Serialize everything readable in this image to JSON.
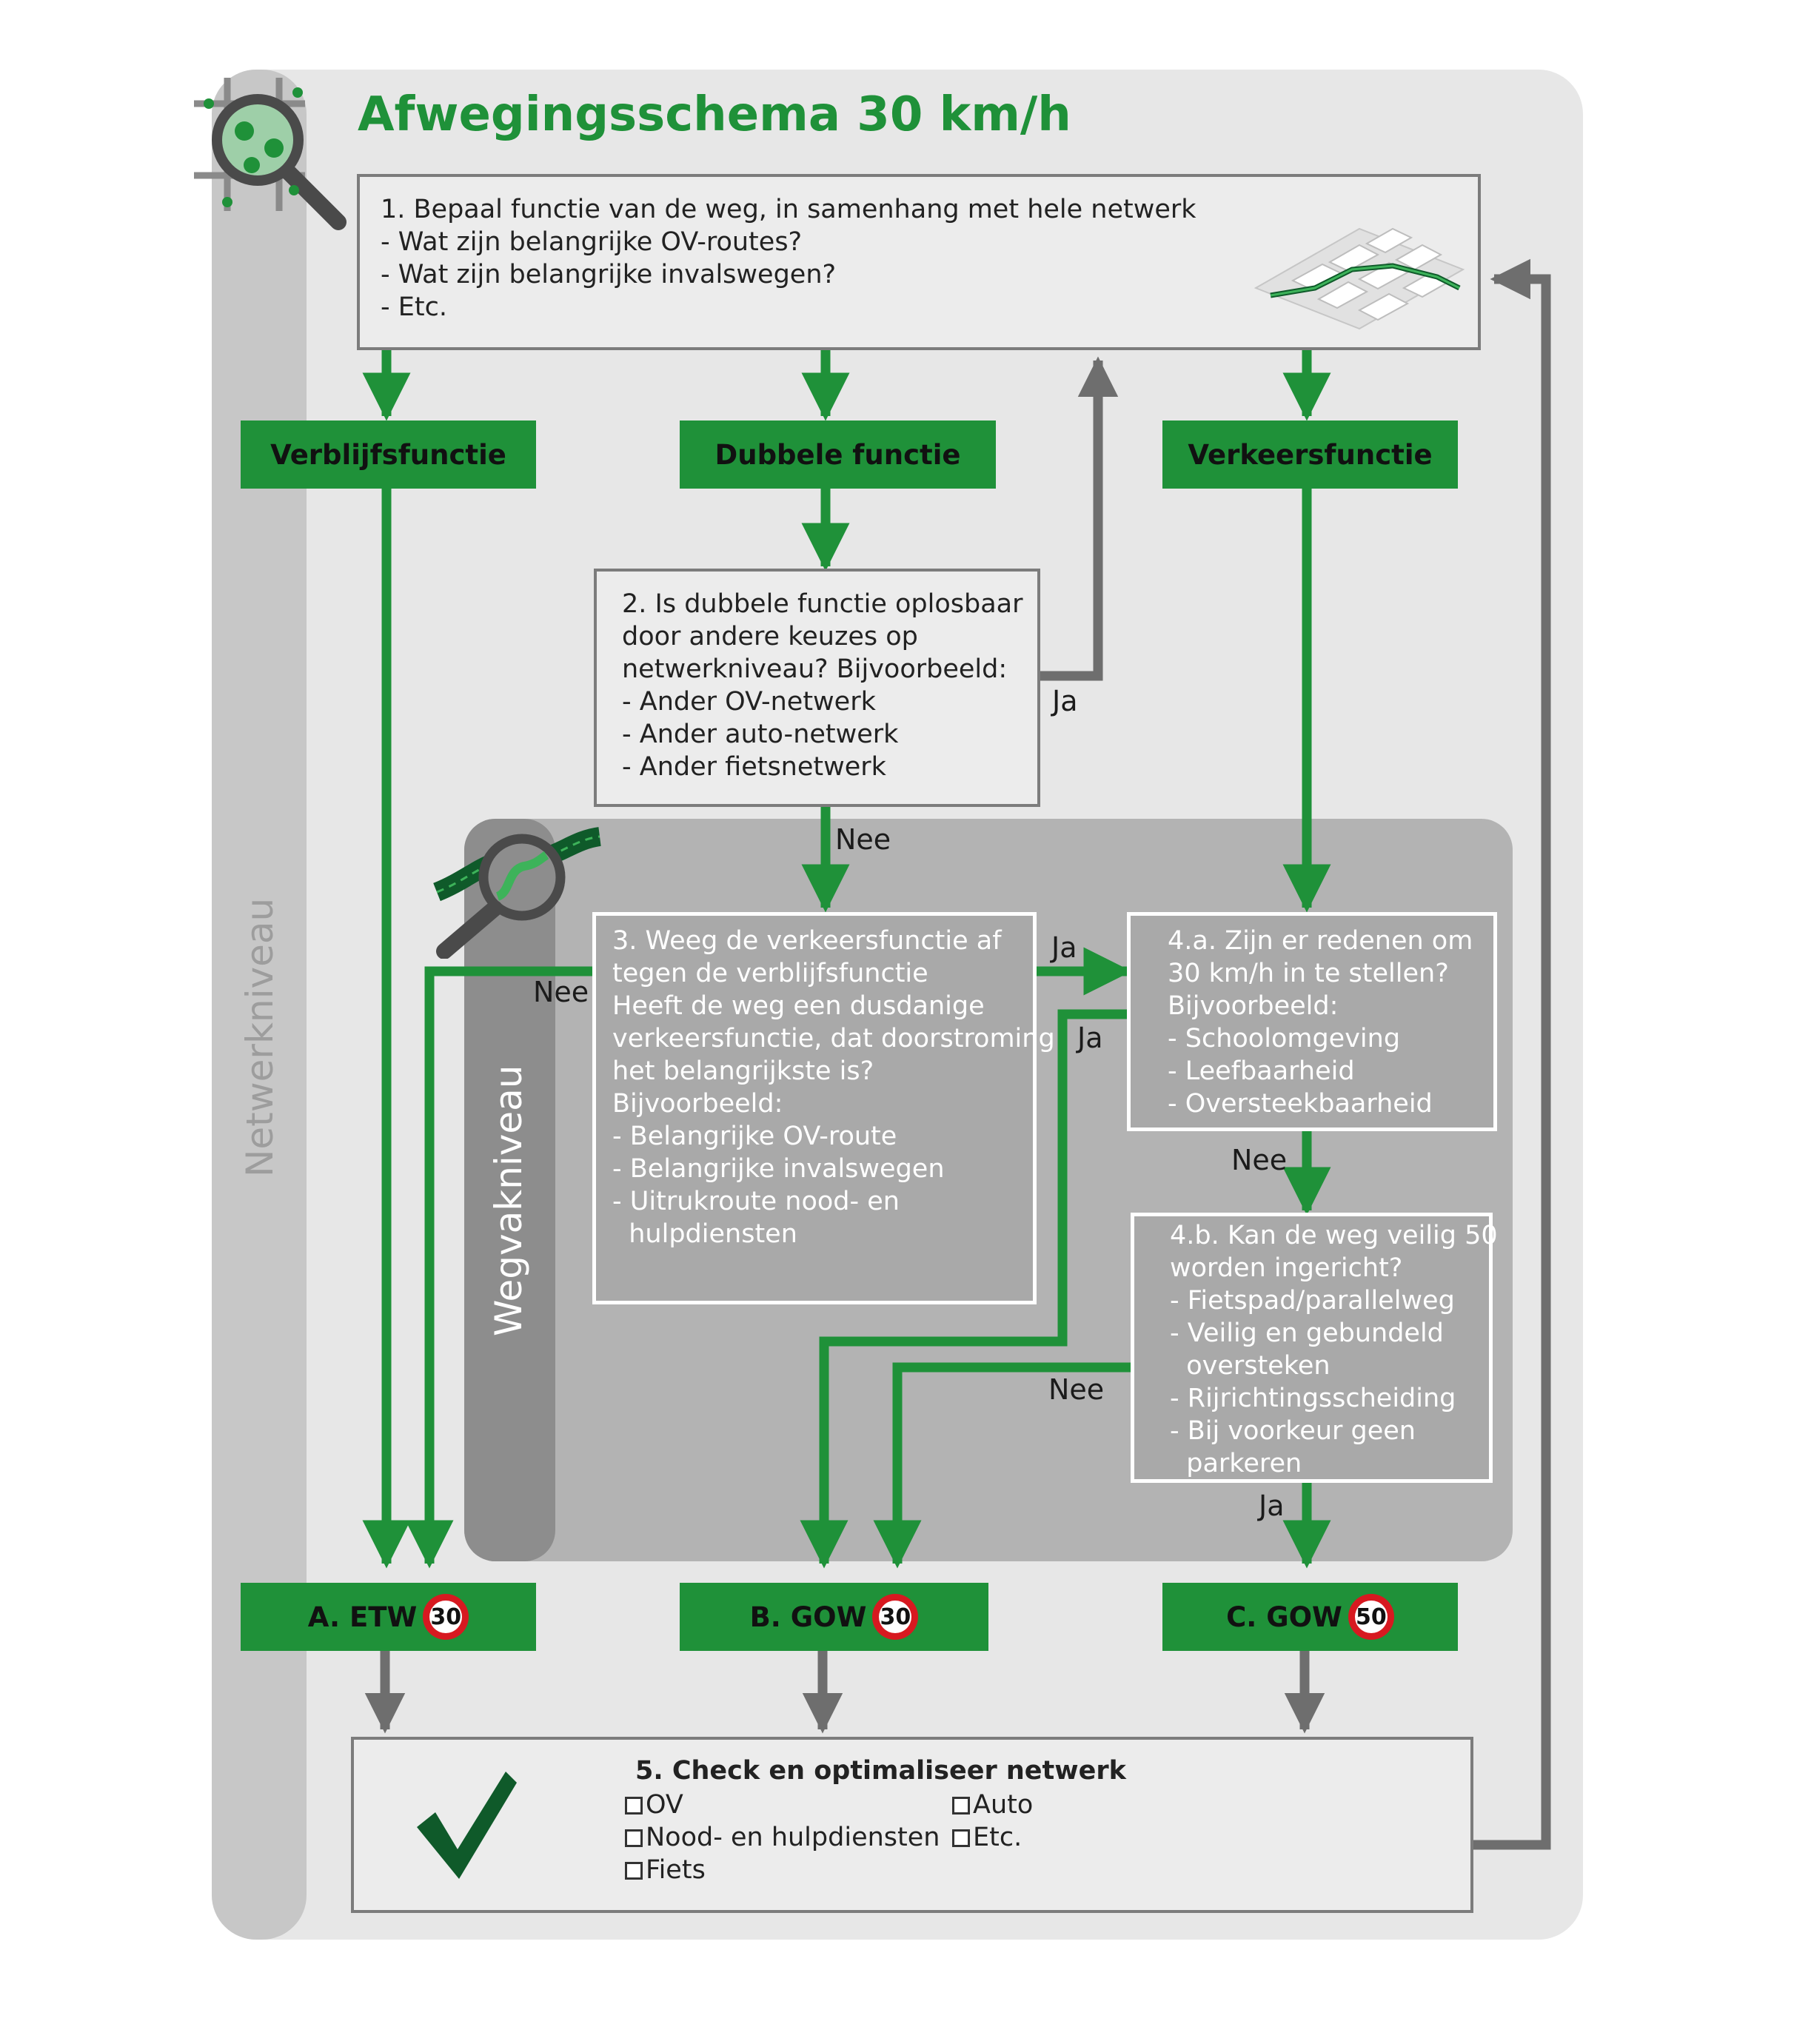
{
  "title": "Afwegingsschema 30 km/h",
  "side_labels": {
    "network": "Netwerkniveau",
    "road_section": "Wegvakniveau"
  },
  "step1": {
    "lines": [
      "1. Bepaal functie van de weg, in samenhang met hele netwerk",
      "- Wat zijn belangrijke OV-routes?",
      "- Wat zijn belangrijke invalswegen?",
      "- Etc."
    ]
  },
  "functions": {
    "left": "Verblijfsfunctie",
    "middle": "Dubbele functie",
    "right": "Verkeersfunctie"
  },
  "step2": {
    "lines": [
      "2. Is dubbele functie oplosbaar",
      "door andere keuzes op",
      "netwerkniveau? Bijvoorbeeld:",
      "- Ander OV-netwerk",
      "- Ander auto-netwerk",
      "- Ander fietsnetwerk"
    ]
  },
  "step3": {
    "lines": [
      "3. Weeg de verkeersfunctie af",
      "tegen de verblijfsfunctie",
      "",
      "Heeft de weg een dusdanige",
      "verkeersfunctie, dat doorstroming",
      "het belangrijkste is?",
      "Bijvoorbeeld:",
      "- Belangrijke OV-route",
      "- Belangrijke invalswegen",
      "- Uitrukroute nood- en",
      "  hulpdiensten"
    ]
  },
  "step4a": {
    "lines": [
      "4.a. Zijn er redenen om",
      "30 km/h in te stellen?",
      "Bijvoorbeeld:",
      "- Schoolomgeving",
      "- Leefbaarheid",
      "- Oversteekbaarheid"
    ]
  },
  "step4b": {
    "lines": [
      "4.b. Kan de weg veilig 50",
      "worden ingericht?",
      "- Fietspad/parallelweg",
      "- Veilig en gebundeld",
      "  oversteken",
      "- Rijrichtingsscheiding",
      "- Bij voorkeur geen",
      "  parkeren"
    ]
  },
  "edge_labels": {
    "step2_yes": "Ja",
    "step2_no": "Nee",
    "step3_no": "Nee",
    "step3_yes": "Ja",
    "step4a_yes": "Ja",
    "step4a_no": "Nee",
    "step4b_no": "Nee",
    "step4b_yes": "Ja"
  },
  "outcomes": {
    "a": {
      "label": "A. ETW",
      "speed": "30"
    },
    "b": {
      "label": "B. GOW",
      "speed": "30"
    },
    "c": {
      "label": "C. GOW",
      "speed": "50"
    }
  },
  "step5": {
    "title": "5. Check en optimaliseer netwerk",
    "checklist": [
      "OV",
      "Nood- en hulpdiensten",
      "Fiets",
      "Auto",
      "Etc."
    ]
  },
  "colors": {
    "green": "#1f9139",
    "dark_green": "#0f5a2a",
    "grey_arrow": "#6e6e6e",
    "sign_red": "#d71920"
  },
  "icons": [
    "magnifier-network-icon",
    "city-map-icon",
    "magnifier-road-icon",
    "checkmark-icon"
  ]
}
